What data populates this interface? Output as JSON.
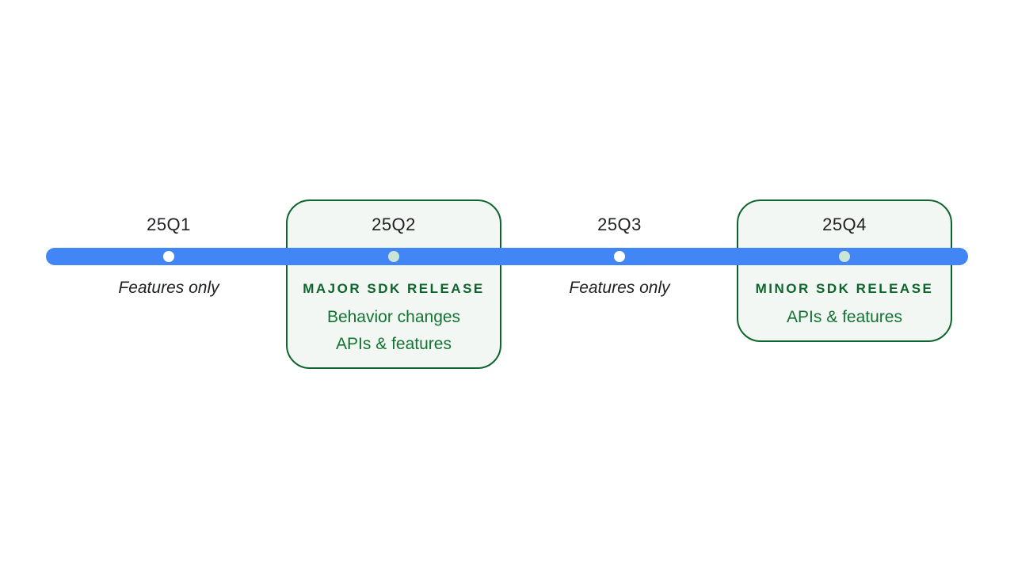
{
  "colors": {
    "bar": "#4285F4",
    "dot_plain": "#FFFFFF",
    "dot_boxed": "#CBE6D9",
    "box_bg": "#F2F7F3",
    "box_border": "#0D652D",
    "green_heading": "#0D652D",
    "green_body": "#137333",
    "text_dark": "#202124"
  },
  "timeline": {
    "quarters": [
      {
        "label": "25Q1",
        "note": "Features only"
      },
      {
        "label": "25Q2",
        "heading": "MAJOR SDK RELEASE",
        "lines": [
          "Behavior changes",
          "APIs & features"
        ]
      },
      {
        "label": "25Q3",
        "note": "Features only"
      },
      {
        "label": "25Q4",
        "heading": "MINOR SDK RELEASE",
        "lines": [
          "APIs & features"
        ]
      }
    ]
  }
}
